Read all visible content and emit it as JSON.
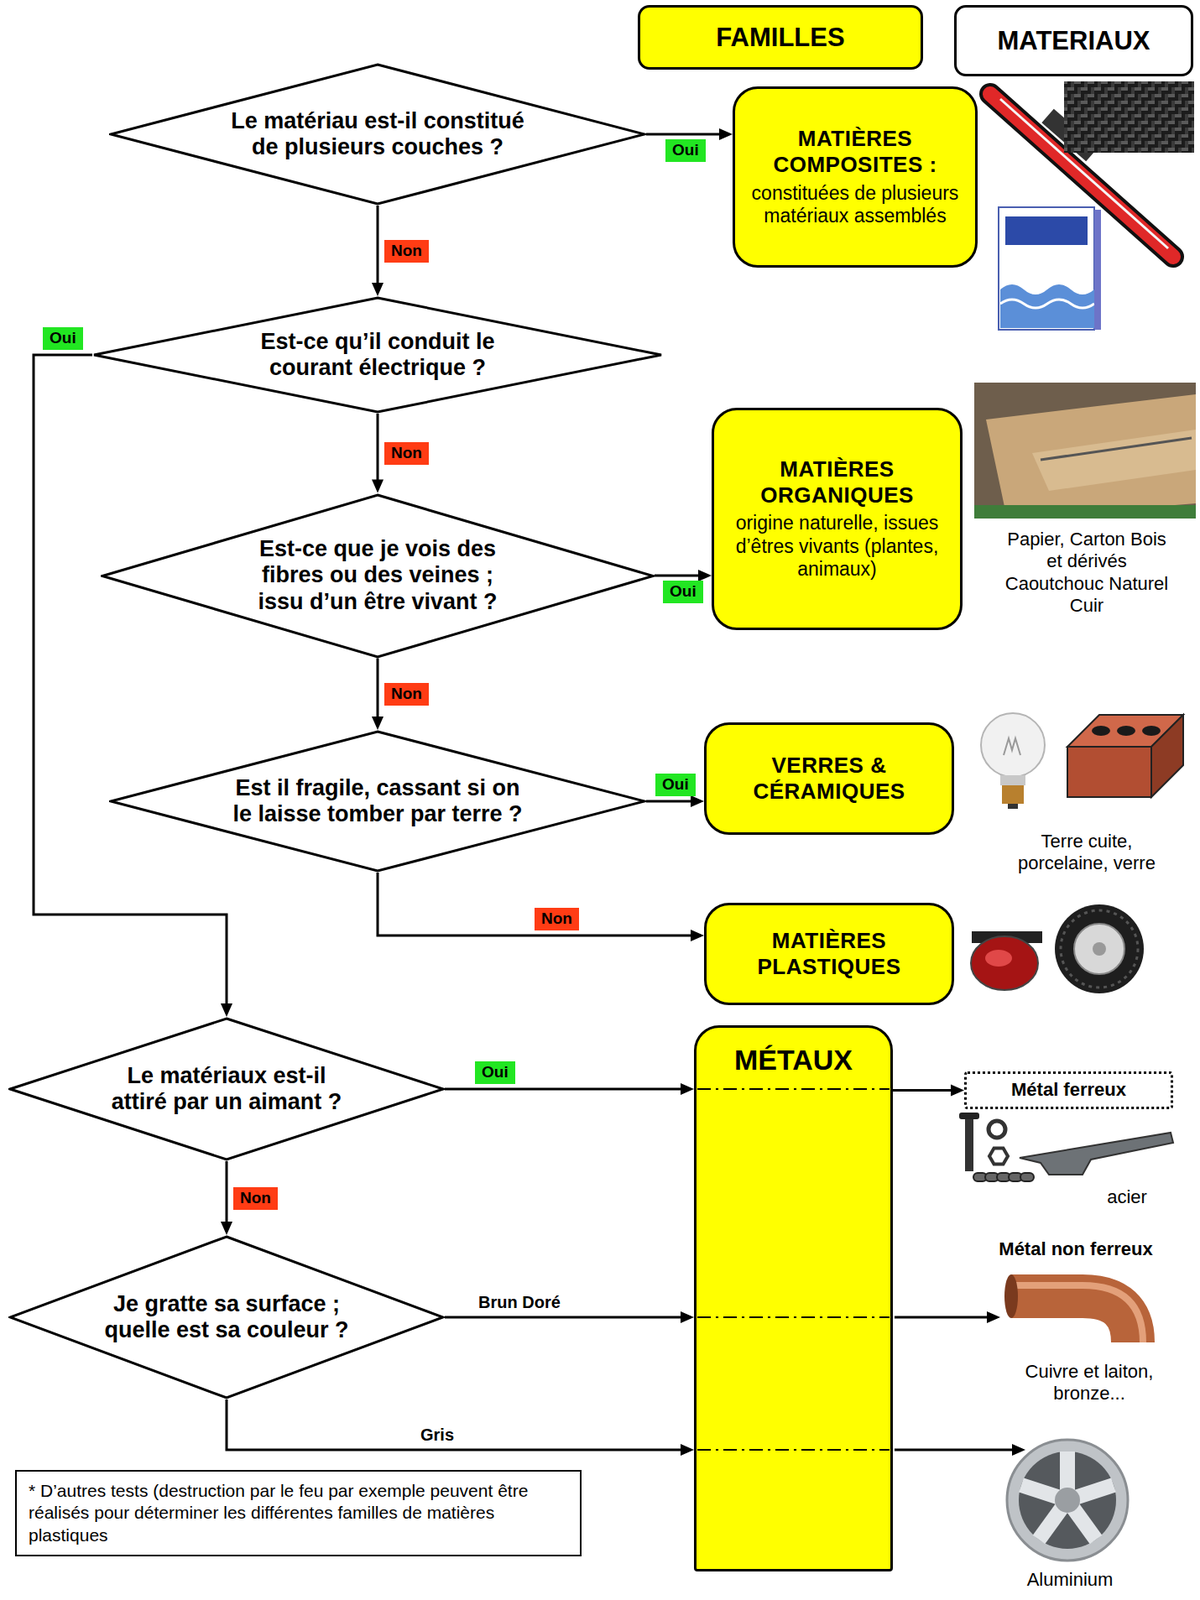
{
  "diagram": {
    "nodes": [
      {
        "text": [
          "FAMILLES"
        ]
      },
      {
        "text": [
          "MATERIAUX"
        ]
      },
      {
        "text": [
          "Le matériau est-il constitué de plusieurs couches ?"
        ]
      },
      {
        "text": [
          "MATIÈRES COMPOSITES :",
          "constituées de plusieurs matériaux assemblés"
        ]
      },
      {
        "text": [
          "Est-ce qu’il conduit le courant électrique ?"
        ]
      },
      {
        "text": [
          "MATIÈRES ORGANIQUES",
          "origine naturelle, issues d’êtres vivants (plantes, animaux)"
        ]
      },
      {
        "text": [
          "Est-ce que je vois des fibres ou des veines ; issu d’un être vivant ?"
        ]
      },
      {
        "text": [
          "Est il fragile, cassant si on le laisse tomber par terre ?"
        ]
      },
      {
        "text": [
          "VERRES & CÉRAMIQUES"
        ]
      },
      {
        "text": [
          "MATIÈRES PLASTIQUES"
        ]
      },
      {
        "text": [
          "MÉTAUX"
        ]
      },
      {
        "text": [
          "Le matériaux est-il attiré par un aimant ?"
        ]
      },
      {
        "text": [
          "Je gratte sa surface ; quelle est sa couleur ?"
        ]
      },
      {
        "text": [
          "Métal ferreux"
        ]
      },
      {
        "text": [
          "* D’autres tests (destruction par le feu par exemple peuvent être réalisés pour déterminer les différentes familles de matières plastiques"
        ]
      }
    ],
    "edges": [
      {
        "from": 2,
        "to": 3,
        "label": "Oui",
        "arrow": "to"
      },
      {
        "from": 2,
        "to": 4,
        "label": "Non",
        "arrow": "to"
      },
      {
        "from": 4,
        "to": 11,
        "label": "Oui",
        "arrow": "to"
      },
      {
        "from": 4,
        "to": 6,
        "label": "Non",
        "arrow": "to"
      },
      {
        "from": 6,
        "to": 5,
        "label": "Oui",
        "arrow": "to"
      },
      {
        "from": 6,
        "to": 7,
        "label": "Non",
        "arrow": "to"
      },
      {
        "from": 7,
        "to": 8,
        "label": "Oui",
        "arrow": "to"
      },
      {
        "from": 7,
        "to": 9,
        "label": "Non",
        "arrow": "to"
      },
      {
        "from": 11,
        "to": 10,
        "label": "Oui",
        "arrow": "to"
      },
      {
        "from": 10,
        "to": 13,
        "arrow": "to"
      },
      {
        "from": 11,
        "to": 12,
        "label": "Non",
        "arrow": "to"
      },
      {
        "from": 12,
        "to": 10,
        "label": "Brun Doré",
        "arrow": "to"
      },
      {
        "from": 12,
        "to": 10,
        "label": "Gris",
        "arrow": "to"
      }
    ],
    "labels": [
      "Papier, Carton Bois et dérivés Caoutchouc Naturel Cuir",
      "Terre cuite, porcelaine, verre",
      "acier",
      "Métal non ferreux",
      "Cuivre et laiton, bronze...",
      "Aluminium"
    ]
  }
}
